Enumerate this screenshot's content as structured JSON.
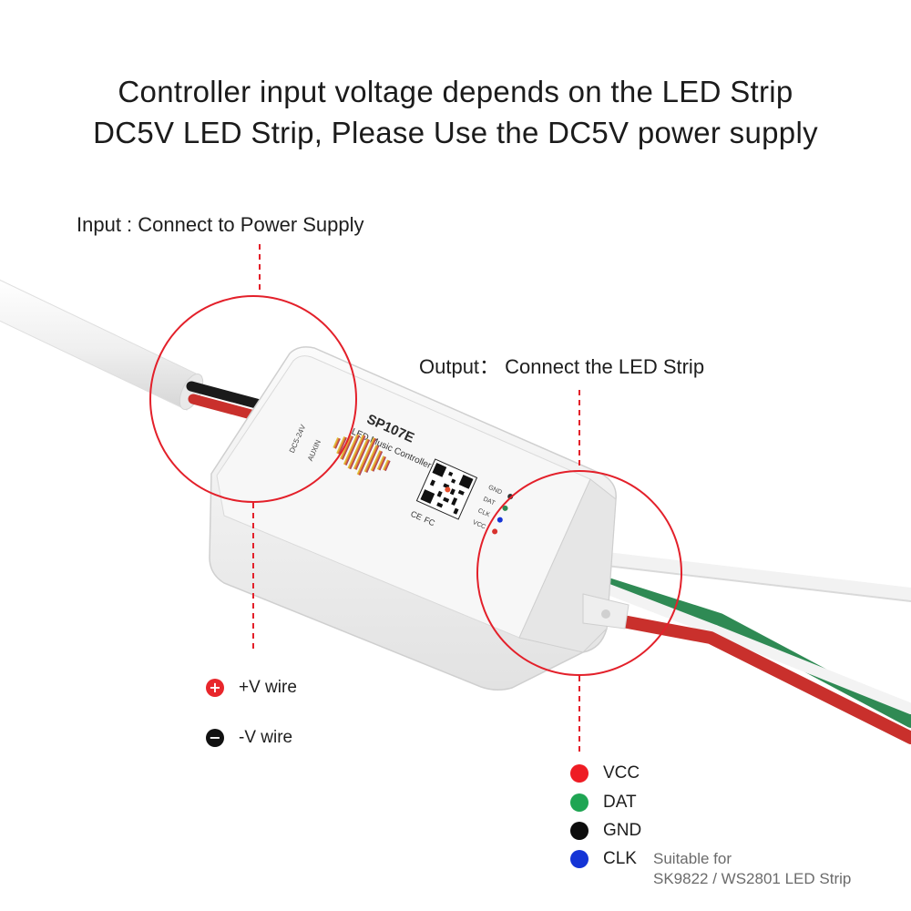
{
  "headline": {
    "line1": "Controller input voltage depends on the LED Strip",
    "line2": "DC5V  LED Strip,  Please Use the DC5V power supply"
  },
  "callouts": {
    "input_label": "Input : Connect to Power Supply",
    "output_label": "Output： Connect the  LED Strip"
  },
  "device": {
    "model": "SP107E",
    "subtitle": "LED Music Controller",
    "voltage_mark": "DC5-24V",
    "brand": "AUXIN",
    "ce_mark": "CE",
    "fcc_mark": "FC",
    "pin_labels": [
      "GND",
      "DAT",
      "CLK",
      "VCC"
    ]
  },
  "input_legend": [
    {
      "symbol": "+",
      "label": "+V wire",
      "color": "#e8262b"
    },
    {
      "symbol": "−",
      "label": "-V wire",
      "color": "#111111"
    }
  ],
  "output_legend": [
    {
      "label": "VCC",
      "color": "#ee1c24"
    },
    {
      "label": "DAT",
      "color": "#1fa553"
    },
    {
      "label": "GND",
      "color": "#0d0d0d"
    },
    {
      "label": "CLK",
      "color": "#1434d6"
    }
  ],
  "compatibility": {
    "line1": "Suitable for",
    "line2": "SK9822 / WS2801 LED Strip"
  },
  "colors": {
    "callout_circle": "#e3202a",
    "dashed_line": "#e3202a",
    "housing": "#f4f4f4",
    "cable": "#f1f1f1",
    "wire_red": "#c9302c",
    "wire_green": "#2f8a54"
  },
  "icons": {
    "plus": "plus-circle-icon",
    "minus": "minus-circle-icon",
    "qr": "qr-code-icon",
    "sound_wave": "sound-wave-icon"
  }
}
